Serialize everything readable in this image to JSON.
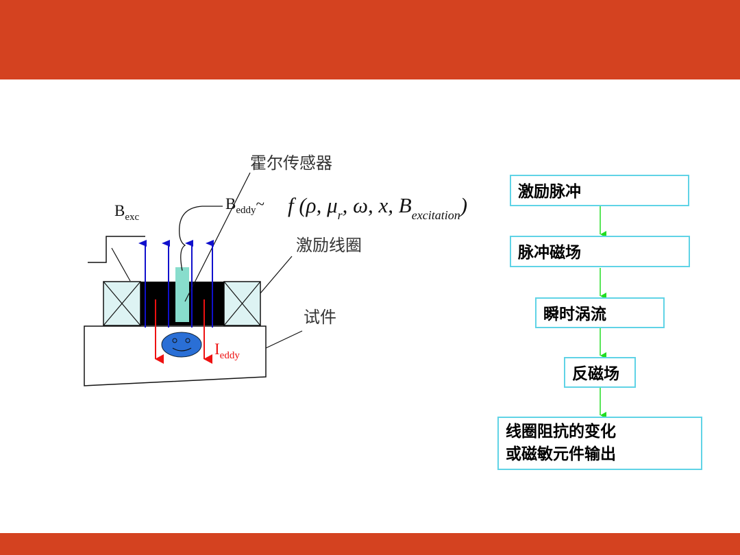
{
  "diagram": {
    "labels": {
      "hall_sensor": "霍尔传感器",
      "excitation_coil": "激励线圈",
      "specimen": "试件",
      "b_exc_main": "B",
      "b_exc_sub": "exc",
      "b_eddy_main": "B",
      "b_eddy_sub": "eddy",
      "b_eddy_tilde": "~",
      "i_eddy_main": "I",
      "i_eddy_sub": "eddy",
      "formula_main": "f (ρ, μ",
      "formula_sub_r": "r",
      "formula_mid": ", ω, x, B",
      "formula_sub_exc": "excitation",
      "formula_end": ")"
    },
    "flow": [
      {
        "text": "激励脉冲"
      },
      {
        "text": "脉冲磁场"
      },
      {
        "text": "瞬时涡流"
      },
      {
        "text": "反磁场"
      },
      {
        "line1": "线圈阻抗的变化",
        "line2": "或磁敏元件输出"
      }
    ]
  },
  "colors": {
    "header_bar": "#d44220",
    "flow_border": "#5fd3e6",
    "flow_arrow": "#22dd22",
    "field_arrow": "#1010cc",
    "eddy_arrow": "#ee1111",
    "sensor": "#88ddcc",
    "coil": "#ddf3f3",
    "face": "#2a6fd6"
  }
}
